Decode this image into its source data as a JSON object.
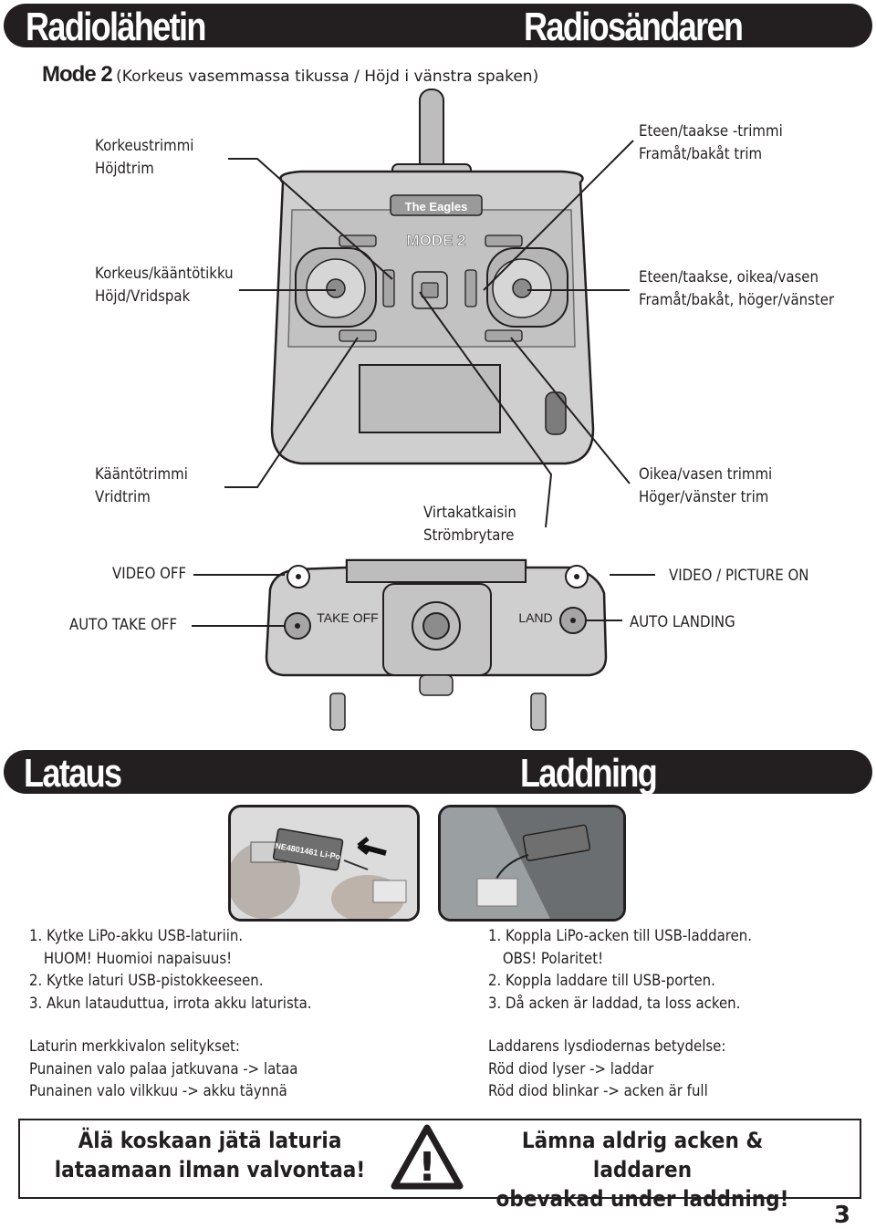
{
  "header": {
    "title_fi": "Radiolähetin",
    "title_sv": "Radiosändaren"
  },
  "mode": {
    "label": "Mode 2",
    "description": "(Korkeus vasemmassa tikussa / Höjd i vänstra spaken)"
  },
  "transmitter": {
    "brand": "The Eagles",
    "mode_badge": "MODE 2",
    "labels": {
      "height_trim": [
        "Korkeustrimmi",
        "Höjdtrim"
      ],
      "fwd_trim": [
        "Eteen/taakse -trimmi",
        "Framåt/bakåt trim"
      ],
      "left_stick": [
        "Korkeus/kääntötikku",
        "Höjd/Vridspak"
      ],
      "right_stick": [
        "Eteen/taakse, oikea/vasen",
        "Framåt/bakåt, höger/vänster"
      ],
      "yaw_trim": [
        "Kääntötrimmi",
        "Vridtrim"
      ],
      "power_switch": [
        "Virtakatkaisin",
        "Strömbrytare"
      ],
      "roll_trim": [
        "Oikea/vasen trimmi",
        "Höger/vänster trim"
      ],
      "video_off": "VIDEO OFF",
      "video_on": "VIDEO / PICTURE ON",
      "auto_takeoff": "AUTO TAKE OFF",
      "auto_landing": "AUTO LANDING",
      "takeoff_button": "TAKE OFF",
      "land_button": "LAND"
    }
  },
  "charging": {
    "title_fi": "Lataus",
    "title_sv": "Laddning",
    "photo_text": "NE4801461 Li-Po",
    "steps_fi": [
      "1. Kytke LiPo-akku USB-laturiin.",
      "HUOM! Huomioi napaisuus!",
      "2. Kytke laturi USB-pistokkeeseen.",
      "3. Akun latauduttua, irrota akku laturista."
    ],
    "steps_sv": [
      "1. Koppla LiPo-acken till USB-laddaren.",
      "OBS! Polaritet!",
      "2. Koppla laddare till USB-porten.",
      "3. Då acken är laddad, ta loss acken."
    ],
    "led_fi": [
      "Laturin merkkivalon selitykset:",
      "Punainen valo palaa jatkuvana -> lataa",
      "Punainen valo vilkkuu -> akku täynnä"
    ],
    "led_sv": [
      "Laddarens lysdiodernas betydelse:",
      "Röd diod lyser -> laddar",
      "Röd diod blinkar -> acken är full"
    ]
  },
  "warning": {
    "fi": [
      "Älä koskaan jätä laturia",
      "lataamaan ilman valvontaa!"
    ],
    "sv": [
      "Lämna aldrig acken & laddaren",
      "obevakad under laddning!"
    ],
    "symbol": "!"
  },
  "page_number": "3",
  "colors": {
    "ink": "#231f20",
    "device_fill": "#c9c9c9",
    "device_dark": "#8c8c8c"
  }
}
